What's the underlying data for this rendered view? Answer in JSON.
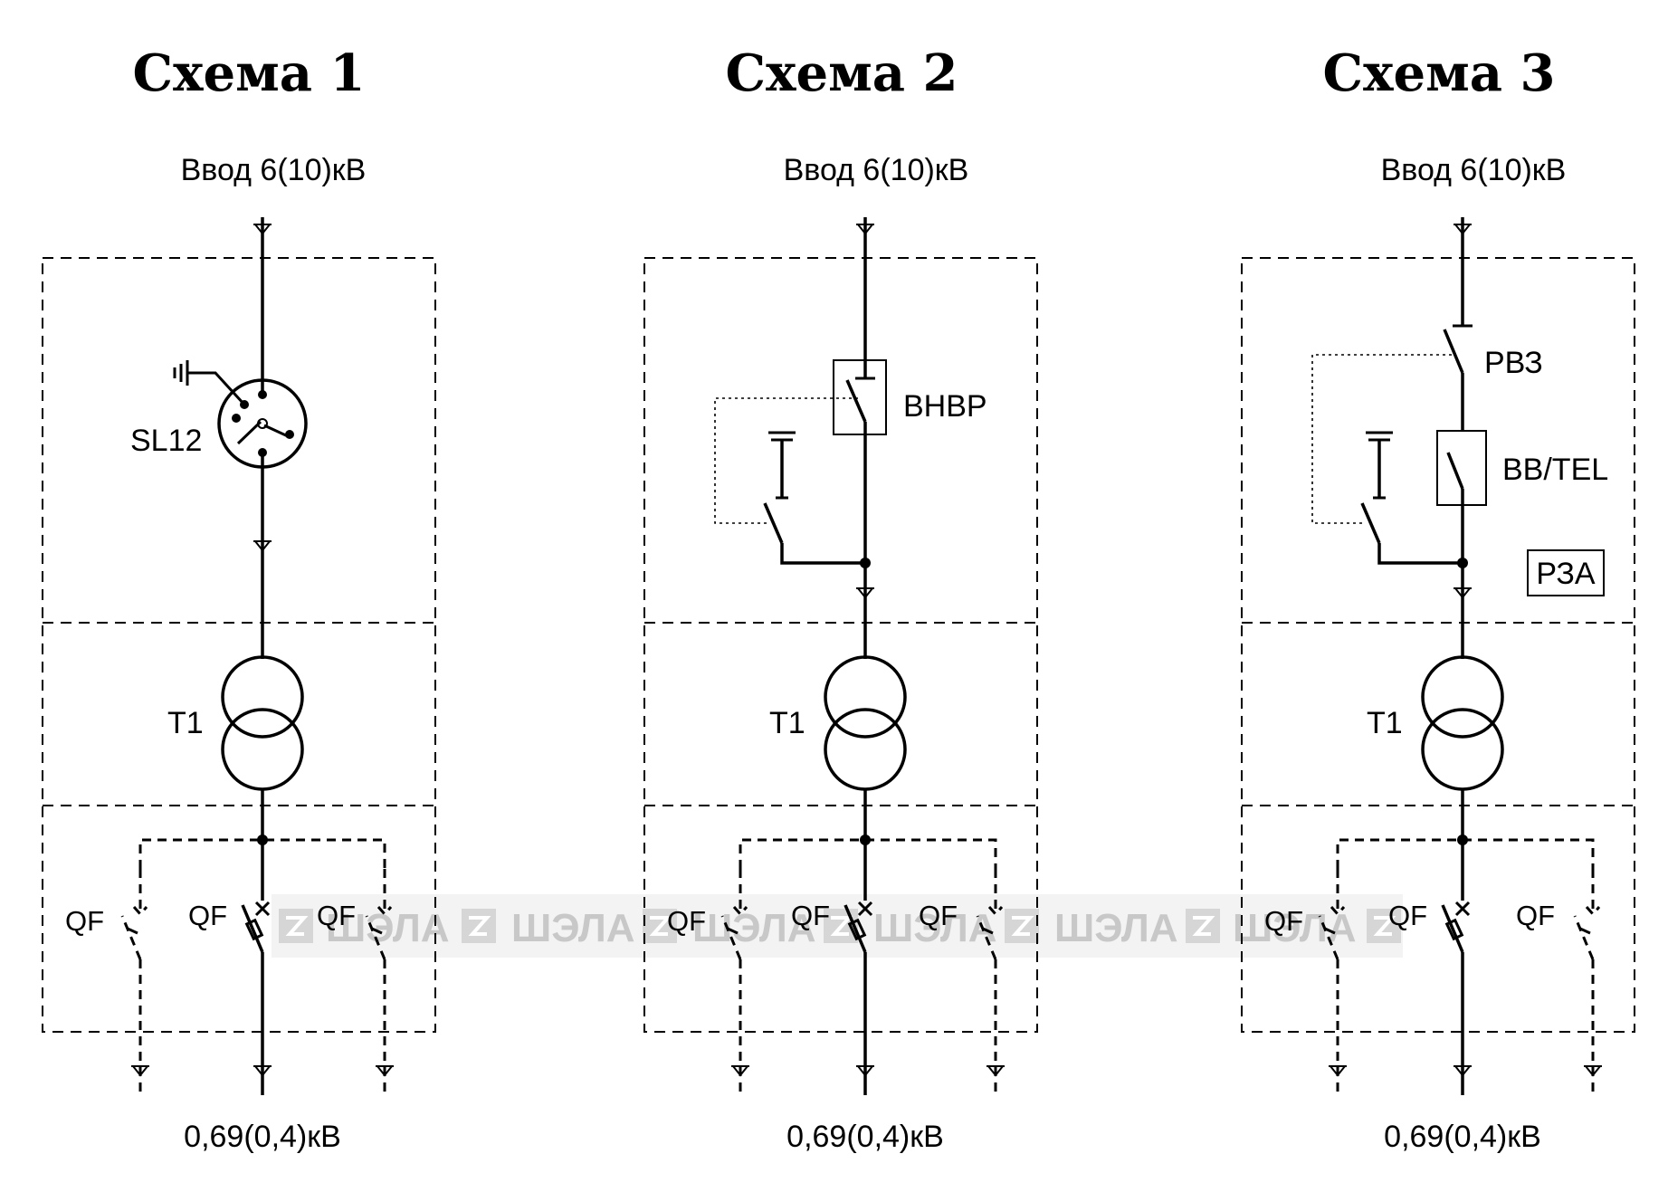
{
  "schemes": [
    {
      "title": "Схема 1",
      "input_label": "Ввод 6(10)кВ",
      "output_label": "0,69(0,4)кВ",
      "switch_label": "SL12",
      "transformer_label": "T1",
      "breaker_labels": [
        "QF",
        "QF",
        "QF"
      ]
    },
    {
      "title": "Схема 2",
      "input_label": "Ввод 6(10)кВ",
      "output_label": "0,69(0,4)кВ",
      "switch_label": "ВНВР",
      "transformer_label": "T1",
      "breaker_labels": [
        "QF",
        "QF",
        "QF"
      ]
    },
    {
      "title": "Схема 3",
      "input_label": "Ввод 6(10)кВ",
      "output_label": "0,69(0,4)кВ",
      "disconnector_label": "РВЗ",
      "switch_label": "ВВ/TEL",
      "relay_label": "РЗА",
      "transformer_label": "T1",
      "breaker_labels": [
        "QF",
        "QF",
        "QF"
      ]
    }
  ],
  "watermark": "ШЭЛА"
}
